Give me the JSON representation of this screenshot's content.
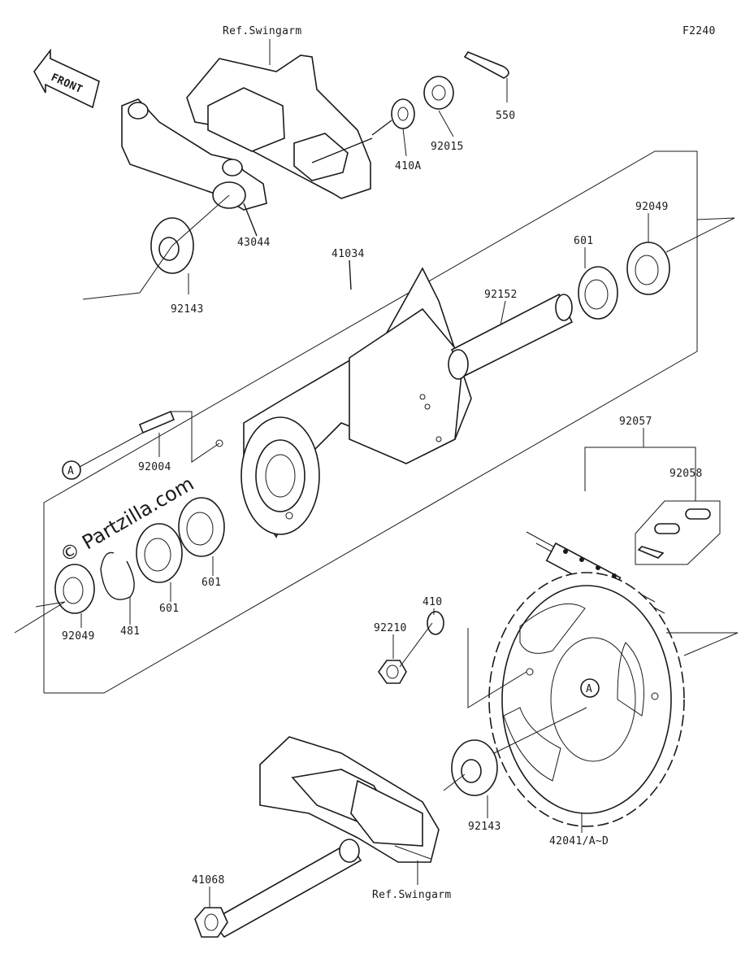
{
  "figure_code": "F2240",
  "front_label": "FRONT",
  "watermark": "© Partzilla.com",
  "callouts": {
    "ref_swingarm_top": "Ref.Swingarm",
    "ref_swingarm_bottom": "Ref.Swingarm",
    "p550": "550",
    "p92015": "92015",
    "p410A": "410A",
    "p43044": "43044",
    "p92143_top": "92143",
    "p41034": "41034",
    "p92049_top": "92049",
    "p601_top": "601",
    "p92152": "92152",
    "p92004": "92004",
    "p601_mid": "601",
    "p601_low": "601",
    "p481": "481",
    "p92049_low": "92049",
    "p92057": "92057",
    "p92058": "92058",
    "p410": "410",
    "p92210": "92210",
    "p92143_low": "92143",
    "p42041": "42041/A~D",
    "p41068": "41068",
    "ref_a_left": "A",
    "ref_a_sprocket": "A"
  }
}
